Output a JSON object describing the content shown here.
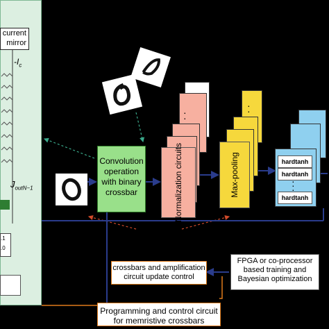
{
  "left_panel": {
    "mirror_label": "current mirror",
    "current_label": "-I",
    "current_sub": "c",
    "output_label": "J",
    "output_sub": "outN−1",
    "small_value_1": ".1",
    "small_value_2": ".0"
  },
  "conv_block": {
    "label": "Convolution operation with binary crossbar"
  },
  "norm_block": {
    "label": "Normalization circuits"
  },
  "pool_block": {
    "label": "Max-pooling"
  },
  "hardtanh": {
    "labels": [
      "hardtanh",
      "hardtanh",
      "hardtanh"
    ]
  },
  "update_box": {
    "label": "crossbars and amplification circuit update control"
  },
  "fpga_box": {
    "label": "FPGA or co-processor based training and Bayesian optimization"
  },
  "program_box": {
    "label": "Programming and control  circuit for memristive crossbars"
  },
  "colors": {
    "panel_green": "#dcefe1",
    "conv_green": "#99e08a",
    "norm_pink": "#f7b0a0",
    "pool_yellow": "#f6d83c",
    "hardtanh_blue": "#8fd0ef",
    "orange": "#e07b1a",
    "navy": "#2a3c8c",
    "dashed_teal": "#3aa88a",
    "dashed_red": "#d04a2a"
  }
}
